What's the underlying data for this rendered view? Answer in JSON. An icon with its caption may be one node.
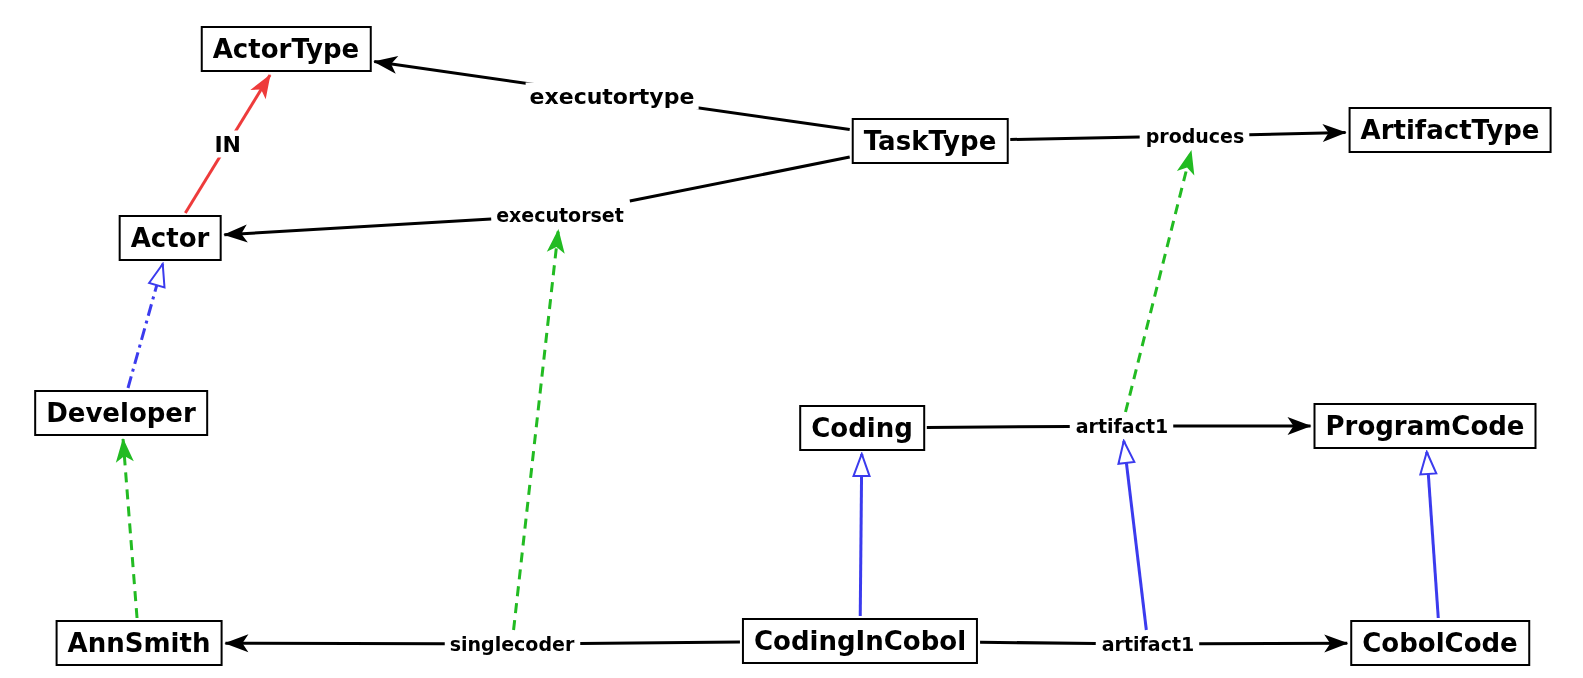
{
  "diagram": {
    "nodes": [
      {
        "text": [
          "ActorType"
        ]
      },
      {
        "text": [
          "TaskType"
        ]
      },
      {
        "text": [
          "ArtifactType"
        ]
      },
      {
        "text": [
          "Actor"
        ]
      },
      {
        "text": [
          "Developer"
        ]
      },
      {
        "text": [
          "Coding"
        ]
      },
      {
        "text": [
          "ProgramCode"
        ]
      },
      {
        "text": [
          "AnnSmith"
        ]
      },
      {
        "text": [
          "CodingInCobol"
        ]
      },
      {
        "text": [
          "CobolCode"
        ]
      },
      {
        "text": [
          "executorset"
        ]
      },
      {
        "text": [
          "produces"
        ]
      },
      {
        "text": [
          "singlecoder"
        ]
      },
      {
        "text": [
          "artifact1"
        ]
      },
      {
        "text": [
          "artifact1"
        ]
      }
    ],
    "edges": [
      {
        "from": 1,
        "to": 0,
        "arrow": "to",
        "label": "executortype"
      },
      {
        "from": 1,
        "to": 10,
        "arrow": "none"
      },
      {
        "from": 10,
        "to": 3,
        "arrow": "to"
      },
      {
        "from": 1,
        "to": 11,
        "arrow": "none"
      },
      {
        "from": 11,
        "to": 2,
        "arrow": "to"
      },
      {
        "from": 3,
        "to": 0,
        "arrow": "to",
        "label": "IN",
        "color": "#ee3b3b"
      },
      {
        "from": 4,
        "to": 3,
        "arrow": "to",
        "style": "dashed",
        "color": "#3b3bee"
      },
      {
        "from": 7,
        "to": 4,
        "arrow": "to",
        "style": "dashed",
        "color": "#22bb22"
      },
      {
        "from": 8,
        "to": 12,
        "arrow": "none"
      },
      {
        "from": 12,
        "to": 7,
        "arrow": "to"
      },
      {
        "from": 12,
        "to": 10,
        "arrow": "to",
        "style": "dashed",
        "color": "#22bb22"
      },
      {
        "from": 5,
        "to": 13,
        "arrow": "none"
      },
      {
        "from": 13,
        "to": 6,
        "arrow": "to"
      },
      {
        "from": 13,
        "to": 11,
        "arrow": "to",
        "style": "dashed",
        "color": "#22bb22"
      },
      {
        "from": 8,
        "to": 5,
        "arrow": "to",
        "color": "#3b3bee"
      },
      {
        "from": 9,
        "to": 6,
        "arrow": "to",
        "color": "#3b3bee"
      },
      {
        "from": 8,
        "to": 14,
        "arrow": "none"
      },
      {
        "from": 14,
        "to": 9,
        "arrow": "to"
      },
      {
        "from": 14,
        "to": 13,
        "arrow": "to",
        "color": "#3b3bee"
      }
    ]
  }
}
